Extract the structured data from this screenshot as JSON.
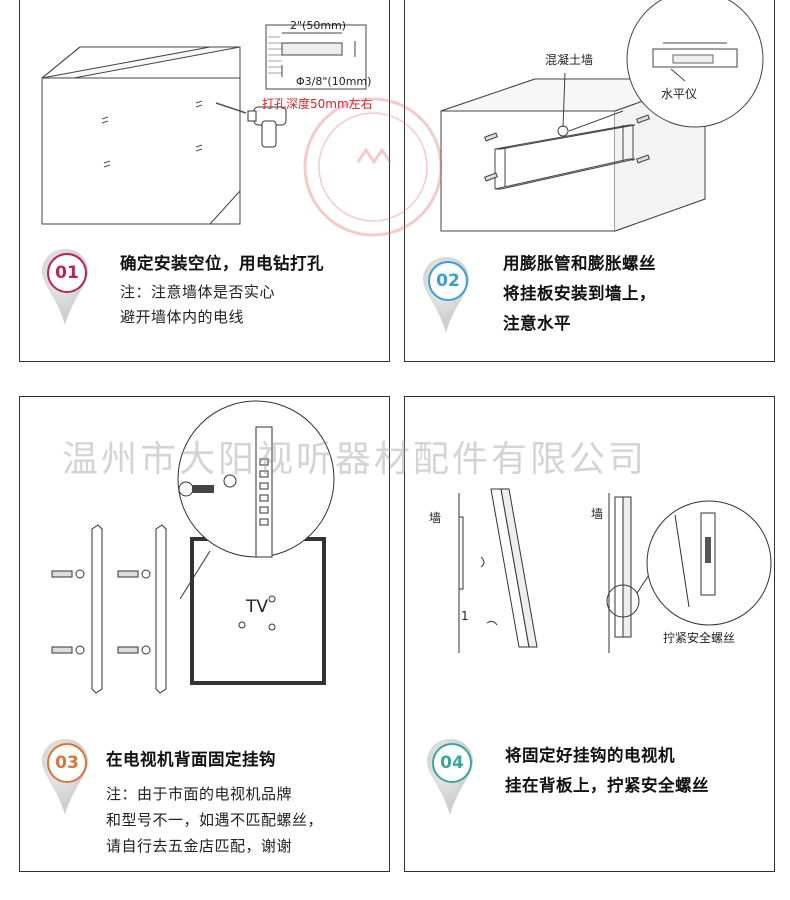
{
  "steps": [
    {
      "number": "01",
      "title": "确定安装空位，用电钻打孔",
      "notes": [
        "注：注意墙体是否实心",
        "避开墙体内的电线"
      ],
      "accent": "#b5245e",
      "labels": {
        "dim_top": "2\"(50mm)",
        "dim_bottom": "Φ3/8\"(10mm)",
        "drill_depth": "打孔深度50mm左右"
      }
    },
    {
      "number": "02",
      "title_lines": [
        "用膨胀管和膨胀螺丝",
        "将挂板安装到墙上，",
        "注意水平"
      ],
      "accent": "#3a9fd8",
      "labels": {
        "wall": "混凝土墙",
        "level": "水平仪"
      }
    },
    {
      "number": "03",
      "title": "在电视机背面固定挂钩",
      "notes": [
        "注：由于市面的电视机品牌",
        "和型号不一，如遇不匹配螺丝，",
        "请自行去五金店匹配，谢谢"
      ],
      "accent": "#d9743a",
      "labels": {
        "tv": "TV"
      }
    },
    {
      "number": "04",
      "title_lines": [
        "将固定好挂钩的电视机",
        "挂在背板上，拧紧安全螺丝"
      ],
      "accent": "#3aa69a",
      "labels": {
        "wall_left": "墙",
        "wall_right": "墙",
        "num1": "1",
        "tighten": "拧紧安全螺丝"
      }
    }
  ],
  "watermark": "温州市大阳视听器材配件有限公司",
  "colors": {
    "border": "#333333",
    "stamp": "#e06a6a",
    "red_text": "#d8242a"
  }
}
